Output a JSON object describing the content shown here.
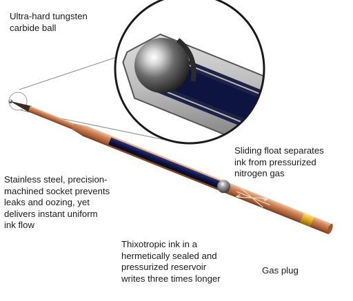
{
  "labels": {
    "ball": "Ultra-hard tungsten\ncarbide ball",
    "socket": "Stainless steel, precision-\nmachined socket prevents\nleaks and oozing, yet\ndelivers instant uniform\nink flow",
    "float": "Sliding float separates\nink from pressurized\nnitrogen gas",
    "ink": "Thixotropic ink in a\nhermetically sealed and\npressurized reservoir\nwrites three times longer",
    "plug": "Gas plug"
  },
  "colors": {
    "copper": "#c8784e",
    "copper_dark": "#8a4a2a",
    "ink_navy": "#0d1440",
    "steel": "#3a3a3a",
    "gas_plug": "#d9a520",
    "callout_line": "#7a7a7a"
  }
}
